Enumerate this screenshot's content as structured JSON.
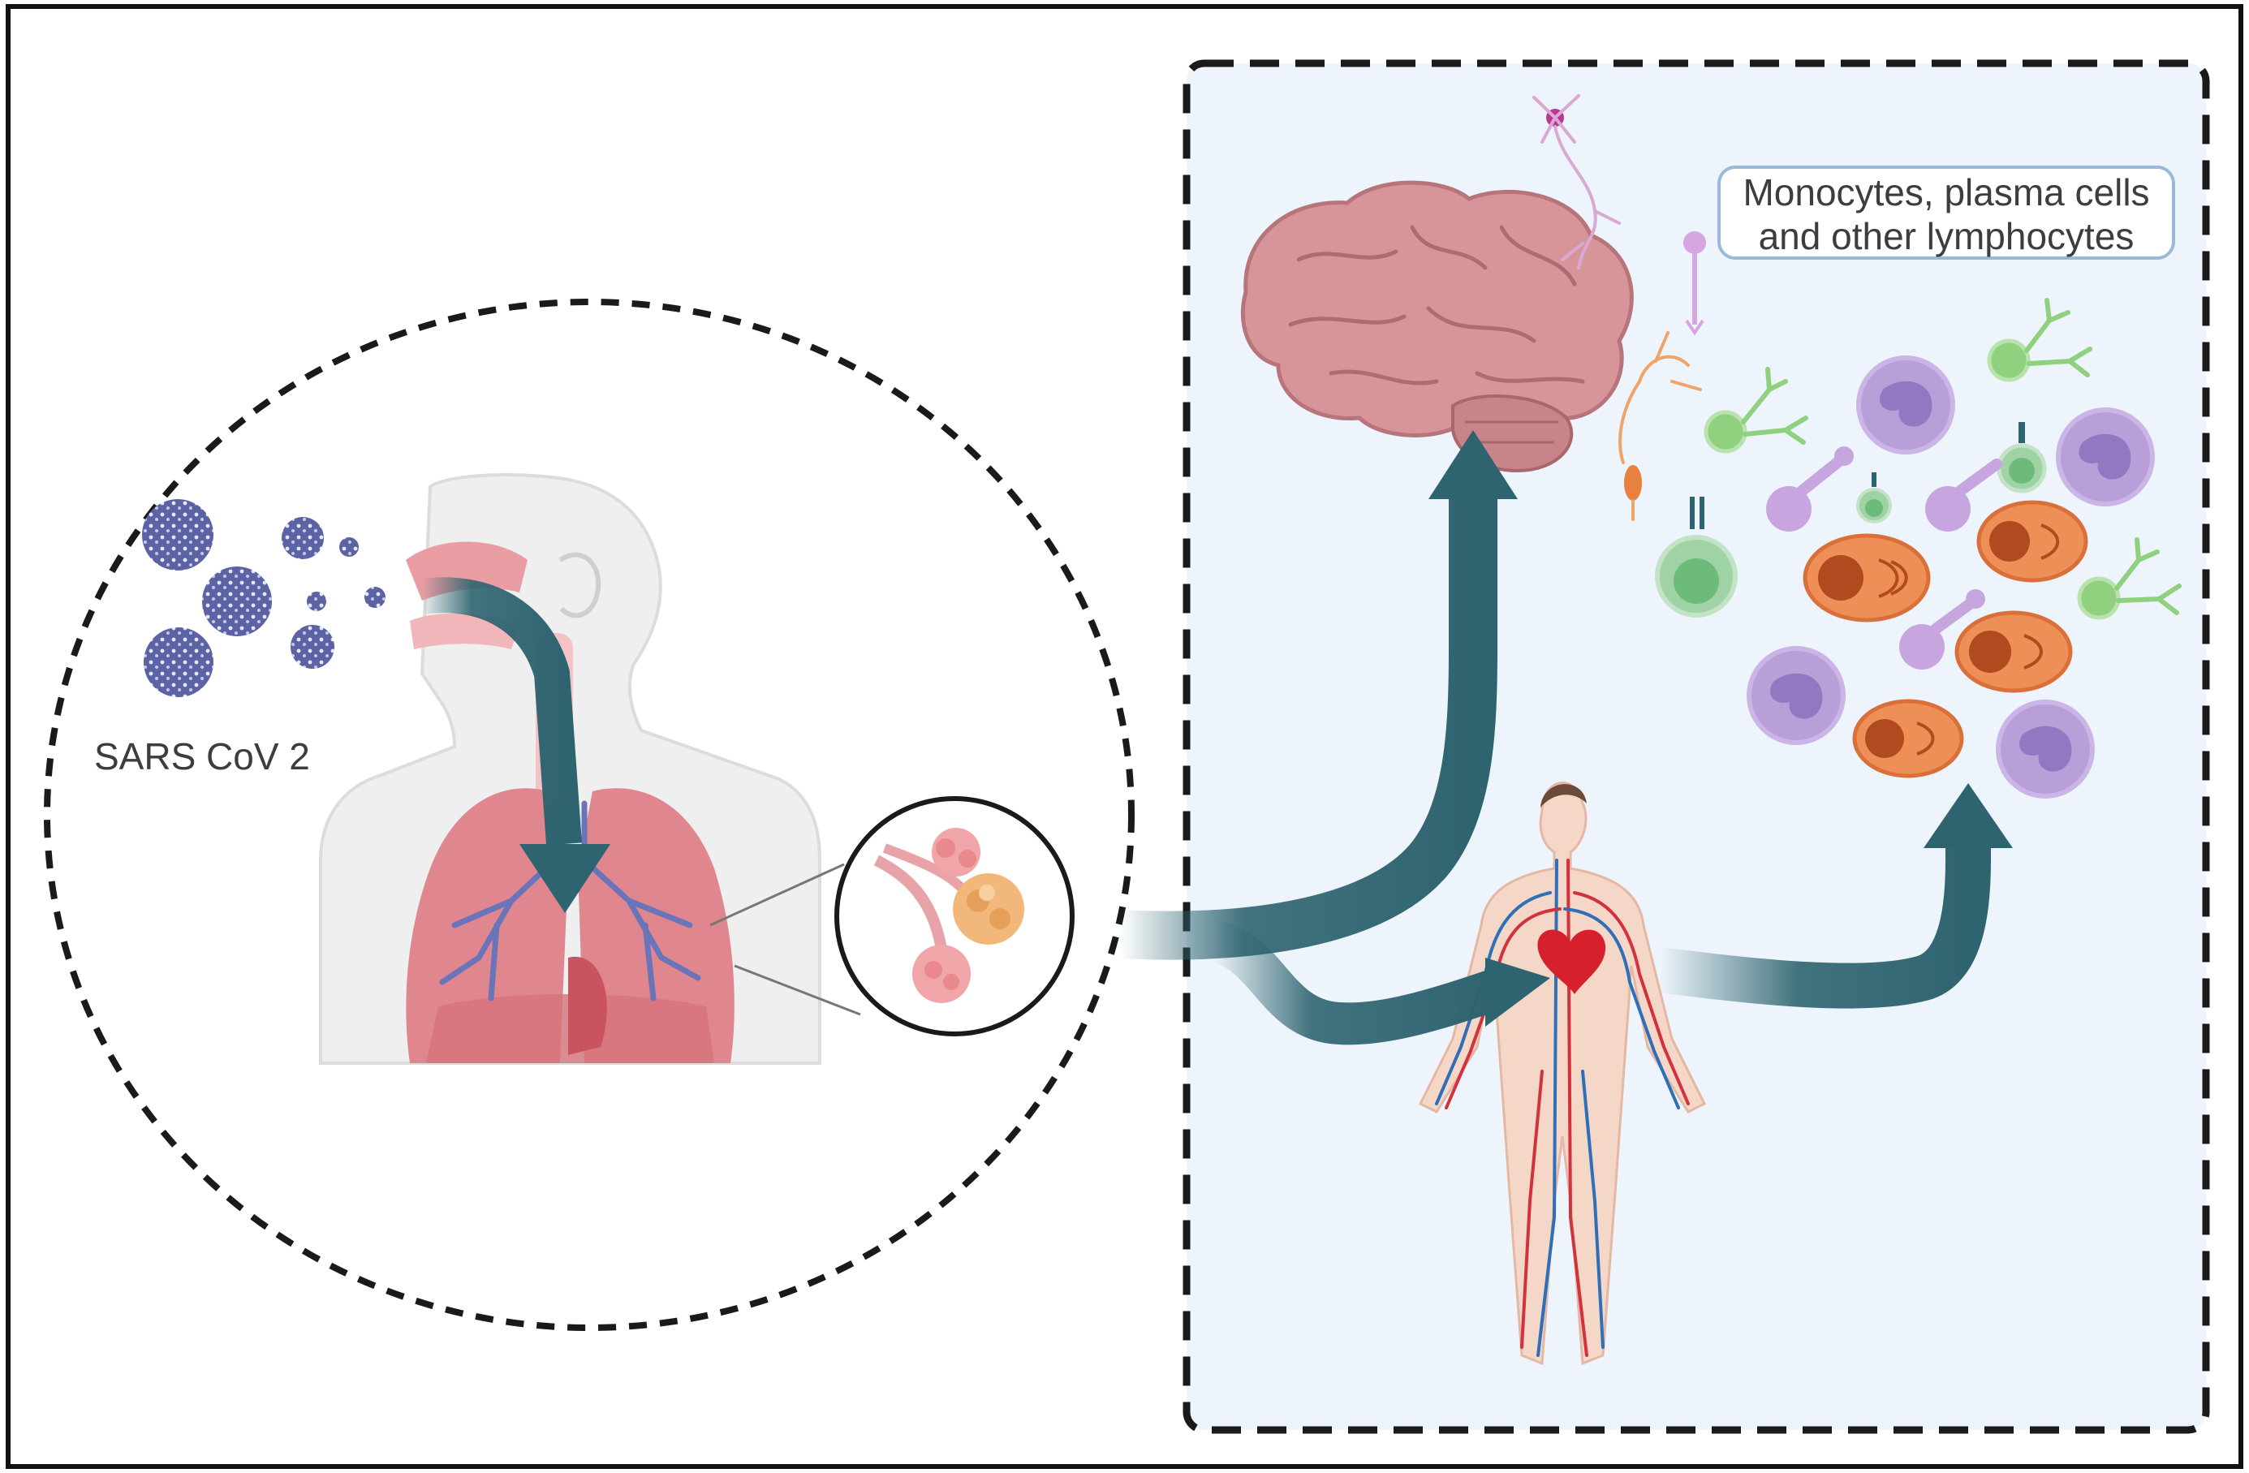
{
  "labels": {
    "virus": "SARS CoV 2",
    "cells_line1": "Monocytes, plasma cells",
    "cells_line2": "and other lymphocytes"
  },
  "colors": {
    "arrow": "#2e6470",
    "panel_bg": "#eef4fb",
    "lung": "#e0868e",
    "bronchi": "#6a74b8",
    "brain": "#d7959a",
    "virus": "#5b63a4",
    "monocyte": "#b89fd8",
    "plasma_cell": "#ef8f58",
    "lymphocyte": "#9fd3a6",
    "dendritic": "#8fd17f"
  },
  "icons": [
    "virus-icon",
    "respiratory-tract-icon",
    "alveoli-icon",
    "brain-icon",
    "neuron-icon",
    "human-circulatory-system-icon",
    "heart-icon",
    "monocyte-icon",
    "plasma-cell-icon",
    "lymphocyte-icon",
    "dendritic-cell-icon"
  ]
}
